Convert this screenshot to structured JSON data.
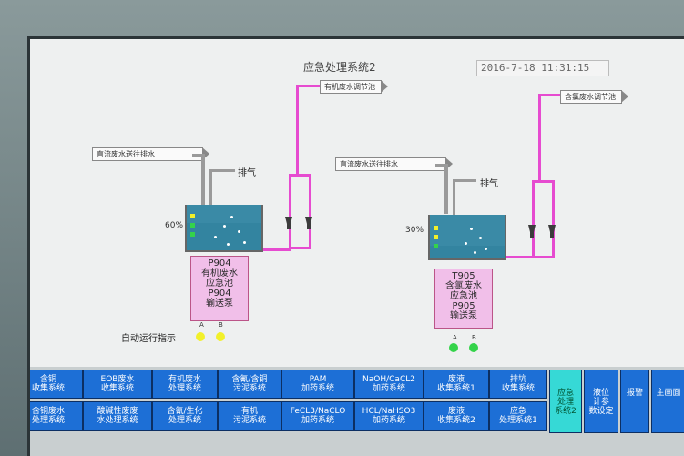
{
  "header": {
    "title": "应急处理系统2",
    "datetime": "2016-7-18  11:31:15"
  },
  "flags": {
    "left_out": "有机废水调节池",
    "right_out": "含氯废水调节池",
    "left_in": "直流废水送往排水",
    "right_in": "直流废水送往排水"
  },
  "tanks": {
    "left": {
      "level": "60%",
      "level_fraction": 0.6,
      "vent": "排气",
      "label_lines": [
        "P904",
        "有机废水",
        "应急池",
        "P904",
        "输送泵"
      ]
    },
    "right": {
      "level": "30%",
      "level_fraction": 0.3,
      "vent": "排气",
      "label_lines": [
        "T905",
        "含氯废水",
        "应急池",
        "P905",
        "输送泵"
      ]
    }
  },
  "indicator": {
    "label": "自动运行指示",
    "left_lamps": [
      "A",
      "B"
    ],
    "right_lamps": [
      "A",
      "B"
    ]
  },
  "colors": {
    "pipe": "#e64bd0",
    "lamp_yellow": "#f2f02a",
    "lamp_green": "#34d34a",
    "button": "#1d6fd6",
    "button_active": "#36d9d6"
  },
  "buttons": [
    "含铜\n收集系统",
    "EOB废水\n收集系统",
    "有机废水\n处理系统",
    "含氰/含铜\n污泥系统",
    "PAM\n加药系统",
    "NaOH/CaCL2\n加药系统",
    "废液\n收集系统1",
    "排坑\n收集系统",
    "含铜废水\n处理系统",
    "酸碱性废废\n水处理系统",
    "含氰/生化\n处理系统",
    "有机\n污泥系统",
    "FeCL3/NaCLO\n加药系统",
    "HCL/NaHSO3\n加药系统",
    "废液\n收集系统2",
    "应急\n处理系统1"
  ],
  "side_buttons": [
    "应急\n处理\n系统2",
    "液位\n计参\n数设定",
    "报警",
    "主画面"
  ]
}
